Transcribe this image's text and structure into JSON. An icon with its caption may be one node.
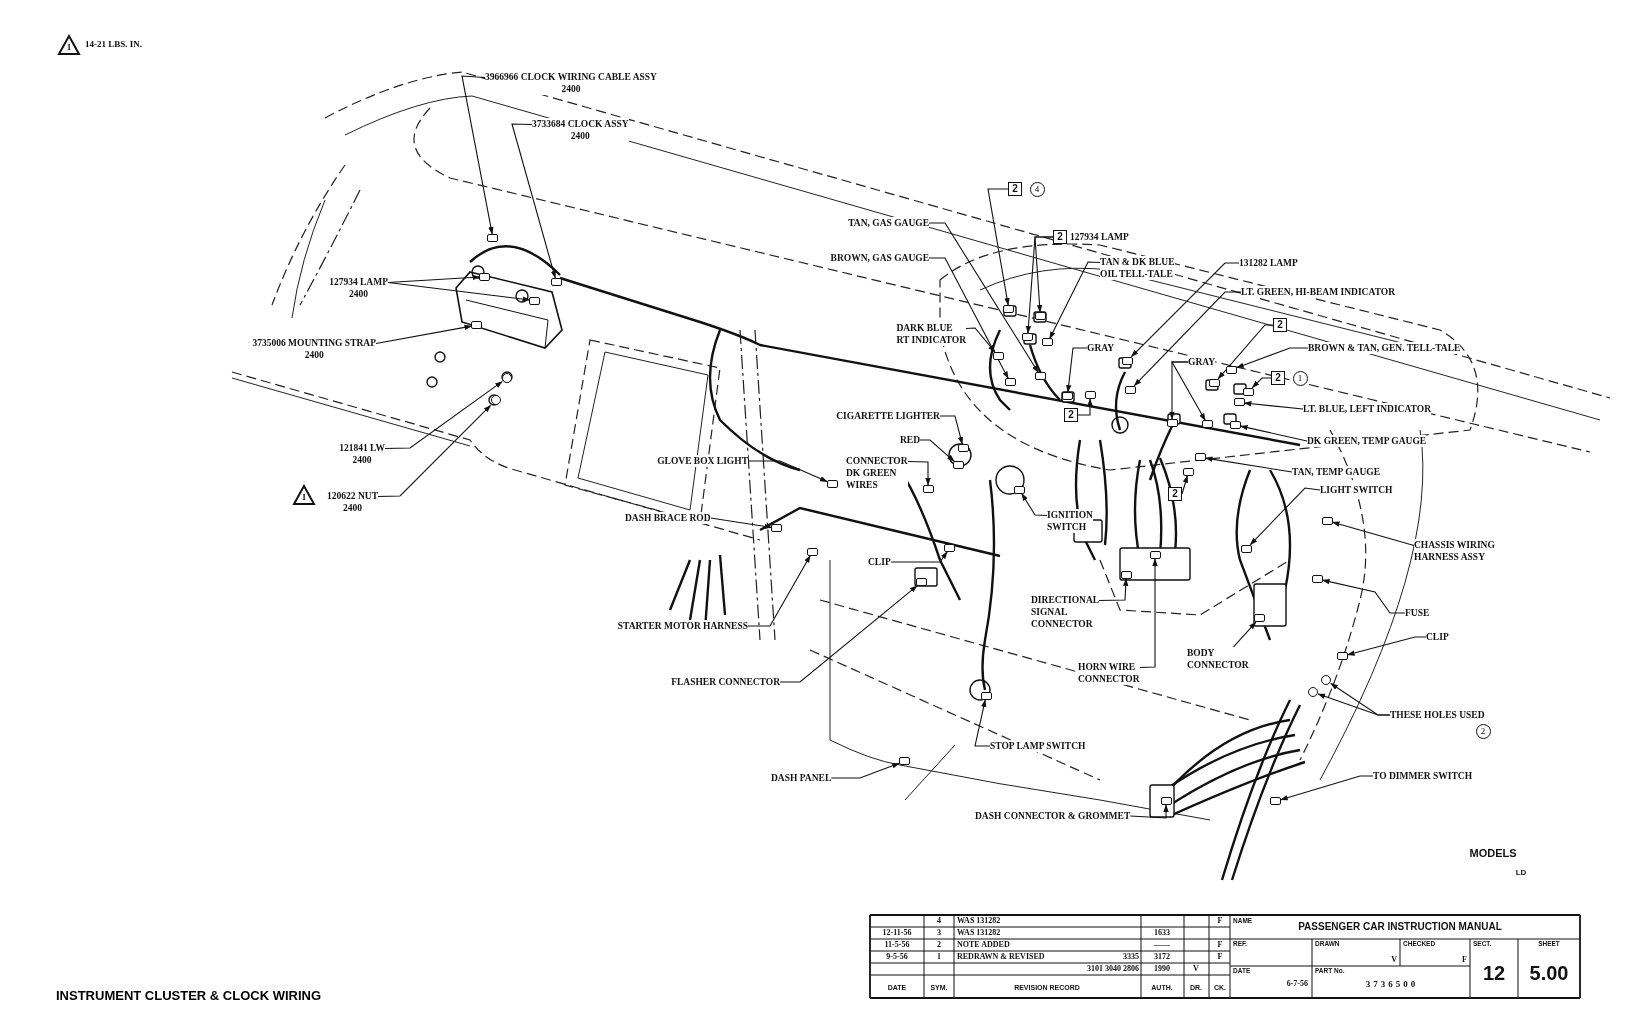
{
  "diagram": {
    "title": "INSTRUMENT CLUSTER & CLOCK WIRING",
    "nodes": [
      {
        "text": [
          "3966966 CLOCK WIRING CABLE ASSY",
          "2400"
        ]
      },
      {
        "text": [
          "3733684 CLOCK ASSY",
          "2400"
        ]
      },
      {
        "text": [
          "127934 LAMP",
          "2400"
        ]
      },
      {
        "text": [
          "3735006 MOUNTING STRAP",
          "2400"
        ]
      },
      {
        "text": [
          "121841 LW",
          "2400"
        ]
      },
      {
        "text": [
          "120622 NUT",
          "2400"
        ]
      },
      {
        "text": [
          "2"
        ]
      },
      {
        "text": [
          "4"
        ]
      },
      {
        "text": [
          "TAN, GAS GAUGE"
        ]
      },
      {
        "text": [
          "BROWN, GAS GAUGE"
        ]
      },
      {
        "text": [
          "2"
        ],
        "beside": [
          "127934 LAMP"
        ]
      },
      {
        "text": [
          "TAN & DK BLUE OIL TELL-TALE"
        ]
      },
      {
        "text": [
          "131282 LAMP"
        ]
      },
      {
        "text": [
          "LT. GREEN, HI-BEAM INDICATOR"
        ]
      },
      {
        "text": [
          "DARK BLUE RT INDICATOR"
        ]
      },
      {
        "text": [
          "GRAY"
        ]
      },
      {
        "text": [
          "2"
        ]
      },
      {
        "text": [
          "GRAY"
        ]
      },
      {
        "text": [
          "BROWN & TAN, GEN. TELL-TALE"
        ]
      },
      {
        "text": [
          "2"
        ]
      },
      {
        "text": [
          "1"
        ]
      },
      {
        "text": [
          "LT. BLUE, LEFT INDICATOR"
        ]
      },
      {
        "text": [
          "CIGARETTE LIGHTER"
        ]
      },
      {
        "text": [
          "2"
        ]
      },
      {
        "text": [
          "DK GREEN, TEMP GAUGE"
        ]
      },
      {
        "text": [
          "RED"
        ]
      },
      {
        "text": [
          "CONNECTOR DK GREEN WIRES"
        ]
      },
      {
        "text": [
          "GLOVE BOX LIGHT"
        ]
      },
      {
        "text": [
          "TAN, TEMP GAUGE"
        ]
      },
      {
        "text": [
          "LIGHT SWITCH"
        ]
      },
      {
        "text": [
          "2"
        ]
      },
      {
        "text": [
          "IGNITION SWITCH"
        ]
      },
      {
        "text": [
          "DASH BRACE ROD"
        ]
      },
      {
        "text": [
          "CHASSIS WIRING HARNESS ASSY"
        ]
      },
      {
        "text": [
          "CLIP"
        ]
      },
      {
        "text": [
          "DIRECTIONAL SIGNAL CONNECTOR"
        ]
      },
      {
        "text": [
          "FUSE"
        ]
      },
      {
        "text": [
          "CLIP"
        ]
      },
      {
        "text": [
          "BODY CONNECTOR"
        ]
      },
      {
        "text": [
          "HORN WIRE CONNECTOR"
        ]
      },
      {
        "text": [
          "STARTER MOTOR HARNESS"
        ]
      },
      {
        "text": [
          "FLASHER CONNECTOR"
        ]
      },
      {
        "text": [
          "THESE HOLES USED"
        ]
      },
      {
        "text": [
          "2"
        ]
      },
      {
        "text": [
          "STOP LAMP SWITCH"
        ]
      },
      {
        "text": [
          "TO DIMMER SWITCH"
        ]
      },
      {
        "text": [
          "DASH PANEL"
        ]
      },
      {
        "text": [
          "DASH CONNECTOR & GROMMET"
        ]
      },
      {
        "text": [],
        "shape": "box"
      },
      {
        "text": [],
        "shape": "box"
      },
      {
        "text": [],
        "shape": "box"
      },
      {
        "text": [],
        "shape": "box"
      },
      {
        "text": [],
        "shape": "box"
      },
      {
        "text": [],
        "shape": "circle"
      },
      {
        "text": [],
        "shape": "circle"
      },
      {
        "text": [],
        "shape": "box"
      },
      {
        "text": [],
        "shape": "box"
      },
      {
        "text": [],
        "shape": "box"
      },
      {
        "text": [],
        "shape": "box"
      },
      {
        "text": [],
        "shape": "box"
      },
      {
        "text": [],
        "shape": "box"
      },
      {
        "text": [],
        "shape": "box"
      },
      {
        "text": [],
        "shape": "box"
      },
      {
        "text": [],
        "shape": "box"
      },
      {
        "text": [],
        "shape": "box"
      },
      {
        "text": [],
        "shape": "box"
      },
      {
        "text": [],
        "shape": "box"
      },
      {
        "text": [],
        "shape": "box"
      },
      {
        "text": [],
        "shape": "box"
      },
      {
        "text": [],
        "shape": "box"
      },
      {
        "text": [],
        "shape": "box"
      },
      {
        "text": [],
        "shape": "box"
      },
      {
        "text": [],
        "shape": "box"
      },
      {
        "text": [],
        "shape": "box"
      },
      {
        "text": [],
        "shape": "box"
      },
      {
        "text": [],
        "shape": "box"
      },
      {
        "text": [],
        "shape": "box"
      },
      {
        "text": [],
        "shape": "box"
      },
      {
        "text": [],
        "shape": "box"
      },
      {
        "text": [],
        "shape": "box"
      },
      {
        "text": [],
        "shape": "box"
      },
      {
        "text": [],
        "shape": "box"
      },
      {
        "text": [],
        "shape": "box"
      },
      {
        "text": [],
        "shape": "box"
      },
      {
        "text": [],
        "shape": "box"
      },
      {
        "text": [],
        "shape": "box"
      },
      {
        "text": [],
        "shape": "box"
      },
      {
        "text": [],
        "shape": "box"
      },
      {
        "text": [],
        "shape": "box"
      },
      {
        "text": [],
        "shape": "box"
      },
      {
        "text": [],
        "shape": "box"
      },
      {
        "text": [],
        "shape": "circle"
      },
      {
        "text": [],
        "shape": "circle"
      },
      {
        "text": [],
        "shape": "box"
      },
      {
        "text": [],
        "shape": "box"
      },
      {
        "text": [],
        "shape": "box"
      },
      {
        "text": [],
        "shape": "box"
      }
    ],
    "edges": [
      {
        "from": 0,
        "to": 48,
        "arrow": "to"
      },
      {
        "from": 1,
        "to": 49,
        "arrow": "to"
      },
      {
        "from": 2,
        "to": 50,
        "arrow": "to"
      },
      {
        "from": 2,
        "to": 51,
        "arrow": "to"
      },
      {
        "from": 3,
        "to": 52,
        "arrow": "to"
      },
      {
        "from": 4,
        "to": 53,
        "arrow": "to"
      },
      {
        "from": 5,
        "to": 54,
        "arrow": "to"
      },
      {
        "from": 6,
        "to": 55,
        "arrow": "to"
      },
      {
        "from": 8,
        "to": 56,
        "arrow": "to"
      },
      {
        "from": 9,
        "to": 57,
        "arrow": "to"
      },
      {
        "from": 10,
        "to": 58,
        "arrow": "to"
      },
      {
        "from": 10,
        "to": 59,
        "arrow": "to"
      },
      {
        "from": 11,
        "to": 60,
        "arrow": "to"
      },
      {
        "from": 12,
        "to": 61,
        "arrow": "to"
      },
      {
        "from": 13,
        "to": 62,
        "arrow": "to"
      },
      {
        "from": 14,
        "to": 63,
        "arrow": "to"
      },
      {
        "from": 15,
        "to": 64,
        "arrow": "to"
      },
      {
        "from": 16,
        "to": 65,
        "arrow": "to"
      },
      {
        "from": 17,
        "to": 66,
        "arrow": "to"
      },
      {
        "from": 17,
        "to": 67,
        "arrow": "to"
      },
      {
        "from": 18,
        "to": 68,
        "arrow": "to"
      },
      {
        "from": 19,
        "to": 69,
        "arrow": "to"
      },
      {
        "from": 21,
        "to": 70,
        "arrow": "to"
      },
      {
        "from": 22,
        "to": 71,
        "arrow": "to"
      },
      {
        "from": 23,
        "to": 72,
        "arrow": "to"
      },
      {
        "from": 24,
        "to": 73,
        "arrow": "to"
      },
      {
        "from": 25,
        "to": 74,
        "arrow": "to"
      },
      {
        "from": 26,
        "to": 75,
        "arrow": "to"
      },
      {
        "from": 27,
        "to": 76,
        "arrow": "to"
      },
      {
        "from": 28,
        "to": 77,
        "arrow": "to"
      },
      {
        "from": 29,
        "to": 78,
        "arrow": "to"
      },
      {
        "from": 30,
        "to": 79,
        "arrow": "to"
      },
      {
        "from": 31,
        "to": 80,
        "arrow": "to"
      },
      {
        "from": 32,
        "to": 81,
        "arrow": "to"
      },
      {
        "from": 33,
        "to": 82,
        "arrow": "to"
      },
      {
        "from": 34,
        "to": 83,
        "arrow": "to"
      },
      {
        "from": 35,
        "to": 84,
        "arrow": "to"
      },
      {
        "from": 36,
        "to": 85,
        "arrow": "to"
      },
      {
        "from": 37,
        "to": 86,
        "arrow": "to"
      },
      {
        "from": 38,
        "to": 87,
        "arrow": "to"
      },
      {
        "from": 39,
        "to": 88,
        "arrow": "to"
      },
      {
        "from": 40,
        "to": 89,
        "arrow": "to"
      },
      {
        "from": 41,
        "to": 90,
        "arrow": "to"
      },
      {
        "from": 42,
        "to": 91,
        "arrow": "to"
      },
      {
        "from": 42,
        "to": 92,
        "arrow": "to"
      },
      {
        "from": 44,
        "to": 93,
        "arrow": "to"
      },
      {
        "from": 45,
        "to": 94,
        "arrow": "to"
      },
      {
        "from": 46,
        "to": 95,
        "arrow": "to"
      },
      {
        "from": 47,
        "to": 96,
        "arrow": "to"
      }
    ],
    "labels": [
      "1",
      "14-21 LBS. IN.",
      "1",
      "MODELS",
      "LD",
      "4",
      "WAS 131282",
      "F",
      "12-11-56",
      "3",
      "WAS 131282",
      "1633",
      "11-5-56",
      "2",
      "NOTE ADDED",
      "——",
      "F",
      "9-5-56",
      "1",
      "REDRAWN & REVISED",
      "3335",
      "3172",
      "F",
      "3101 3040 2806",
      "1990",
      "V",
      "DATE",
      "SYM.",
      "REVISION RECORD",
      "AUTH.",
      "DR.",
      "CK.",
      "NAME",
      "PASSENGER CAR INSTRUCTION MANUAL",
      "REF.",
      "DRAWN",
      "V",
      "CHECKED",
      "F",
      "SECT.",
      "SHEET",
      "12",
      "5.00",
      "DATE",
      "6-7-56",
      "PART No.",
      "3736500"
    ]
  }
}
